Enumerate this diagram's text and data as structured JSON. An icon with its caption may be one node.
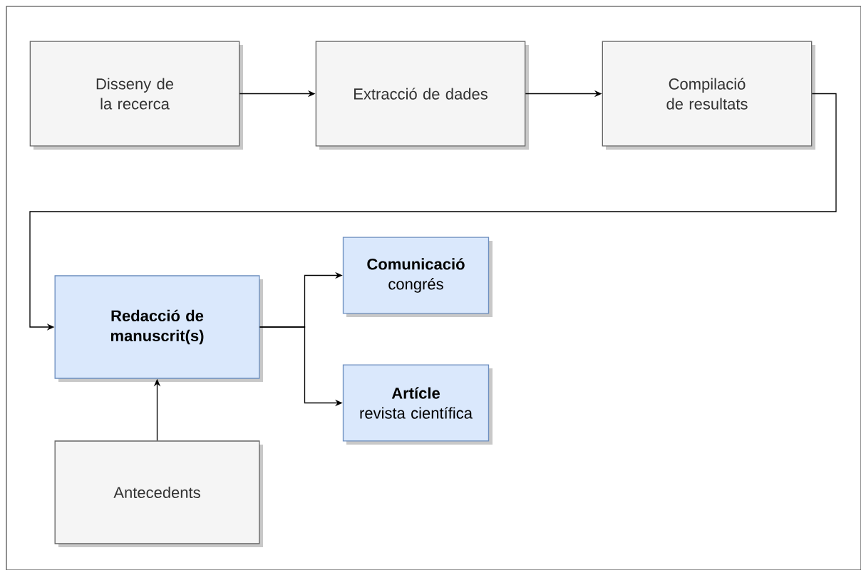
{
  "diagram": {
    "nodes": [
      {
        "text": [
          "Disseny de la recerca"
        ]
      },
      {
        "text": [
          "Extracció de dades"
        ]
      },
      {
        "text": [
          "Compilació de resultats"
        ]
      },
      {
        "text": [
          "Redacció de manuscrit(s)"
        ]
      },
      {
        "text": [
          "Comunicació",
          "congrés"
        ]
      },
      {
        "text": [
          "Artícle",
          "revista científica"
        ]
      },
      {
        "text": [
          "Antecedents"
        ]
      }
    ],
    "edges": [
      {
        "from": 0,
        "to": 1,
        "arrow": "to"
      },
      {
        "from": 1,
        "to": 2,
        "arrow": "to"
      },
      {
        "from": 2,
        "to": 3,
        "arrow": "to"
      },
      {
        "from": 3,
        "to": 4,
        "arrow": "to"
      },
      {
        "from": 3,
        "to": 5,
        "arrow": "to"
      },
      {
        "from": 6,
        "to": 3,
        "arrow": "to"
      }
    ]
  }
}
